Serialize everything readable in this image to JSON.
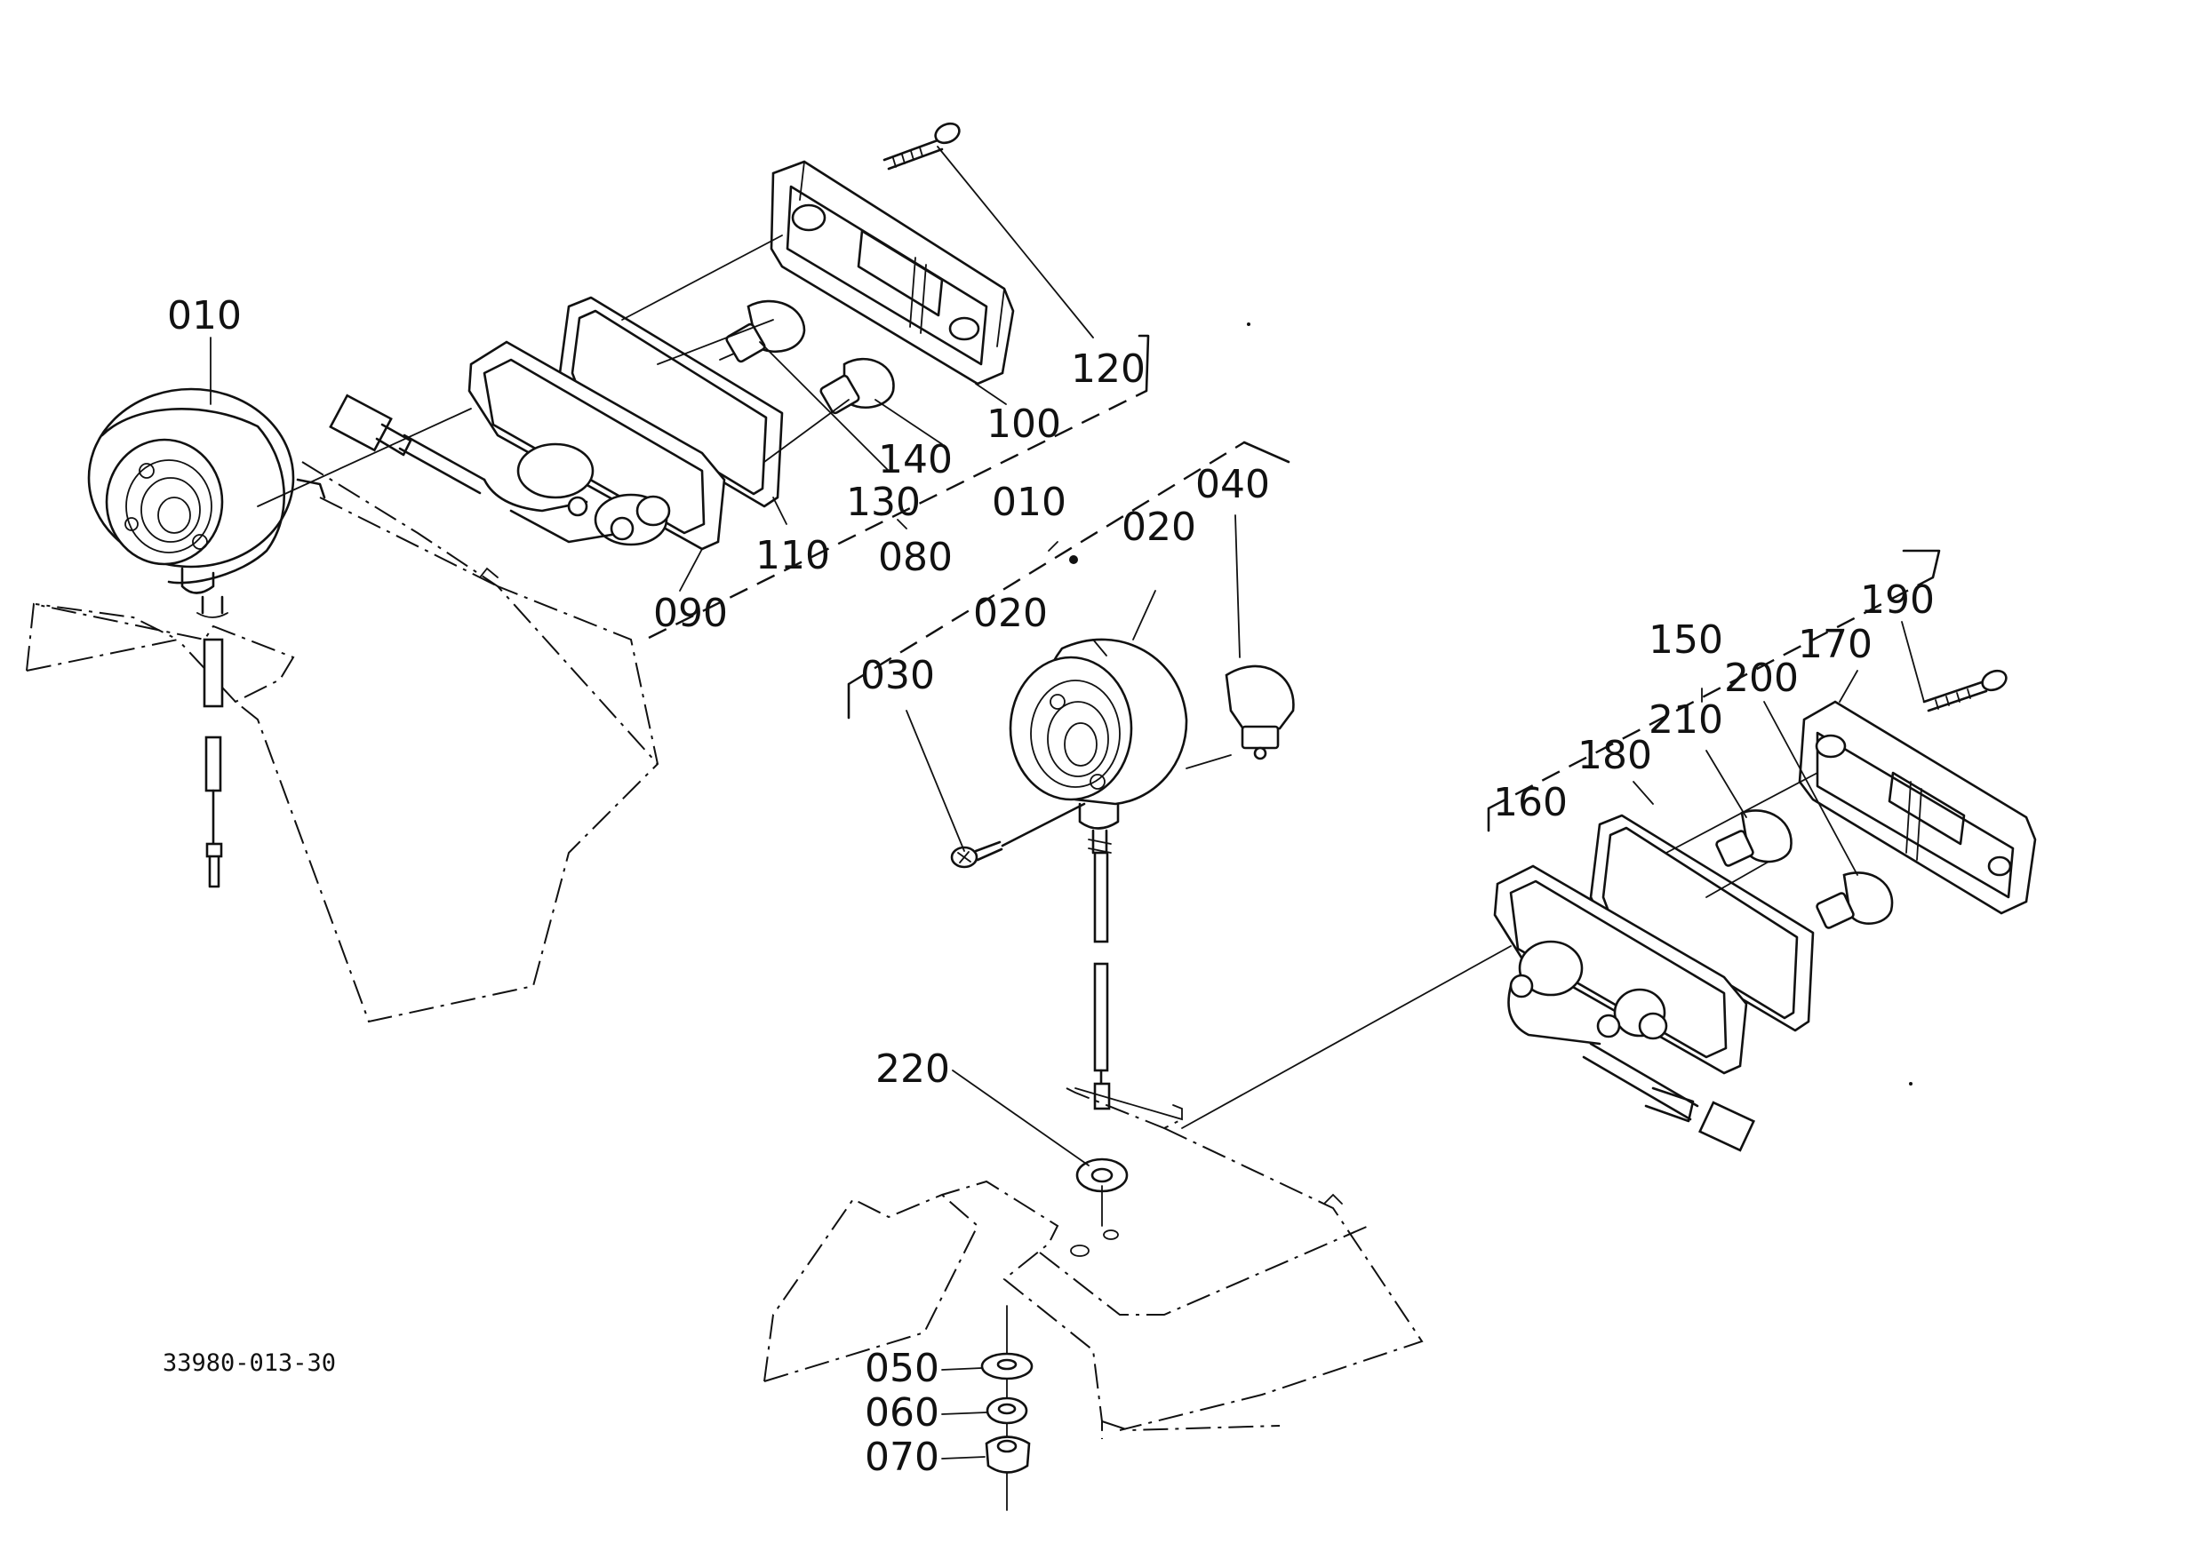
{
  "drawing_number": "33980-013-30",
  "callouts": [
    {
      "id": "c010a",
      "text": "010"
    },
    {
      "id": "c120",
      "text": "120"
    },
    {
      "id": "c100",
      "text": "100"
    },
    {
      "id": "c140",
      "text": "140"
    },
    {
      "id": "c130",
      "text": "130"
    },
    {
      "id": "c110",
      "text": "110"
    },
    {
      "id": "c080",
      "text": "080"
    },
    {
      "id": "c090",
      "text": "090"
    },
    {
      "id": "c010b",
      "text": "010"
    },
    {
      "id": "c040",
      "text": "040"
    },
    {
      "id": "c020a",
      "text": "020"
    },
    {
      "id": "c020b",
      "text": "020"
    },
    {
      "id": "c030",
      "text": "030"
    },
    {
      "id": "c190",
      "text": "190"
    },
    {
      "id": "c150",
      "text": "150"
    },
    {
      "id": "c170",
      "text": "170"
    },
    {
      "id": "c200",
      "text": "200"
    },
    {
      "id": "c210",
      "text": "210"
    },
    {
      "id": "c180",
      "text": "180"
    },
    {
      "id": "c160",
      "text": "160"
    },
    {
      "id": "c220",
      "text": "220"
    },
    {
      "id": "c050",
      "text": "050"
    },
    {
      "id": "c060",
      "text": "060"
    },
    {
      "id": "c070",
      "text": "070"
    }
  ]
}
